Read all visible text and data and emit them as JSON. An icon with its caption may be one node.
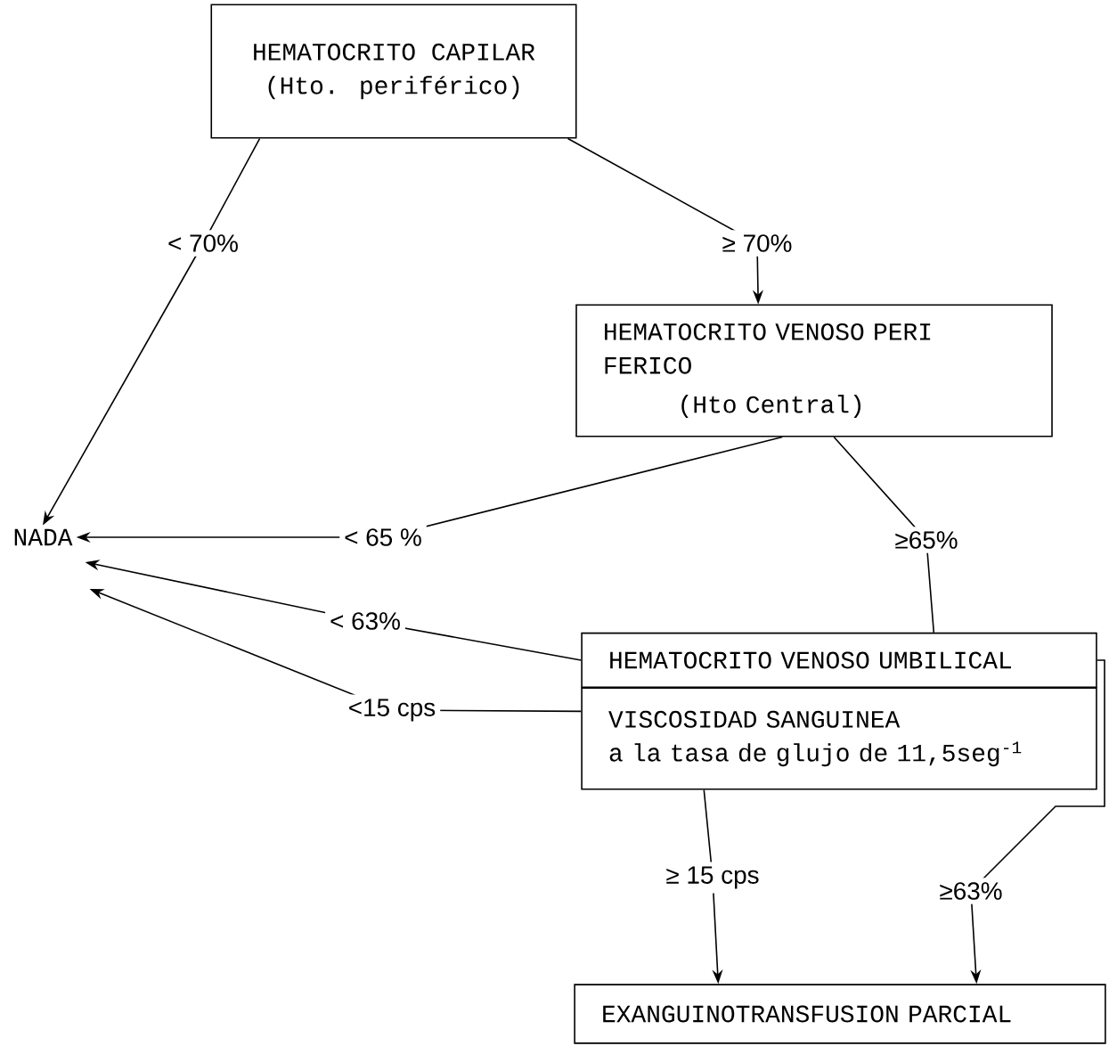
{
  "diagram": {
    "nodes": [
      {
        "text": [
          "HEMATOCRITO CAPILAR",
          "(Hto. periférico)"
        ]
      },
      {
        "text": [
          "HEMATOCRITO VENOSO PERI FERICO",
          "(Hto Central)"
        ]
      },
      {
        "text": [
          "NADA"
        ]
      },
      {
        "text": [
          "HEMATOCRITO VENOSO UMBILICAL"
        ]
      },
      {
        "text": [
          "VISCOSIDAD SANGUINEA",
          "a la tasa de glujo de 11,5seg$^{-1}$"
        ]
      },
      {
        "text": [
          "EXANGUINOTRANSFUSION PARCIAL"
        ]
      }
    ],
    "edges": [
      {
        "from": 0,
        "to": 2,
        "arrow": "to",
        "label": "< 70%"
      },
      {
        "from": 0,
        "to": 1,
        "arrow": "to",
        "label": "≥ 70%"
      },
      {
        "from": 1,
        "to": 2,
        "arrow": "to",
        "label": "< 65 %"
      },
      {
        "from": 1,
        "to": 3,
        "arrow": "none",
        "label": "≥65%"
      },
      {
        "from": 3,
        "to": 2,
        "arrow": "to",
        "label": "< 63%"
      },
      {
        "from": 4,
        "to": 2,
        "arrow": "to",
        "label": "<15 cps"
      },
      {
        "from": 4,
        "to": 5,
        "arrow": "to",
        "label": "≥ 15 cps"
      },
      {
        "from": 3,
        "to": 5,
        "arrow": "to",
        "label": "≥63%"
      }
    ]
  }
}
